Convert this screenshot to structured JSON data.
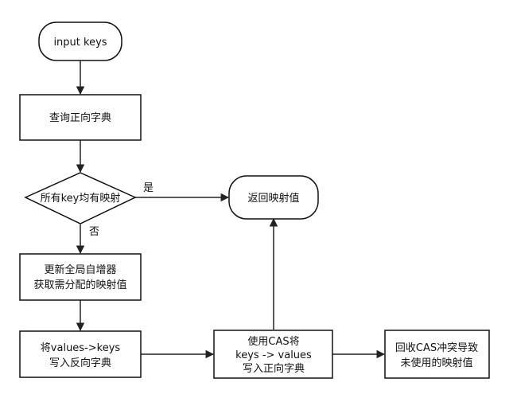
{
  "nodes": {
    "input_keys": {
      "lines": [
        "input keys"
      ]
    },
    "query_forward_dict": {
      "lines": [
        "查询正向字典"
      ]
    },
    "all_keys_mapped": {
      "lines": [
        "所有key均有映射"
      ]
    },
    "return_mapping": {
      "lines": [
        "返回映射值"
      ]
    },
    "update_global_counter": {
      "lines": [
        "更新全局自增器",
        "获取需分配的映射值"
      ]
    },
    "write_reverse_dict": {
      "lines": [
        "将values->keys",
        "写入反向字典"
      ]
    },
    "cas_write_forward": {
      "lines": [
        "使用CAS将",
        "keys -> values",
        "写入正向字典"
      ]
    },
    "reclaim_unused": {
      "lines": [
        "回收CAS冲突导致",
        "未使用的映射值"
      ]
    }
  },
  "edge_labels": {
    "yes": "是",
    "no": "否"
  }
}
